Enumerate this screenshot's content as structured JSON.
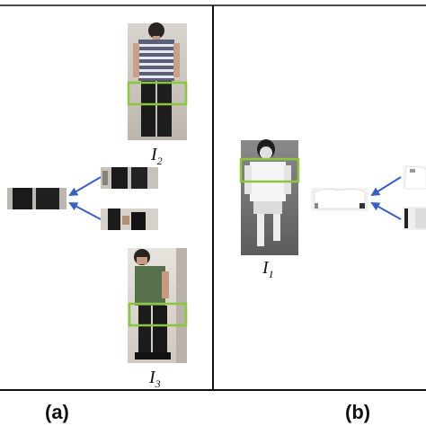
{
  "panel_a": {
    "label": "(a)",
    "image_top": {
      "symbol": "I",
      "subscript": "2"
    },
    "image_bottom": {
      "symbol": "I",
      "subscript": "3"
    }
  },
  "panel_b": {
    "label": "(b)",
    "image_main": {
      "symbol": "I",
      "subscript": "1"
    }
  },
  "colors": {
    "frame": "#111111",
    "highlight_box": "#8cc63f",
    "arrow": "#3b5fc2"
  }
}
